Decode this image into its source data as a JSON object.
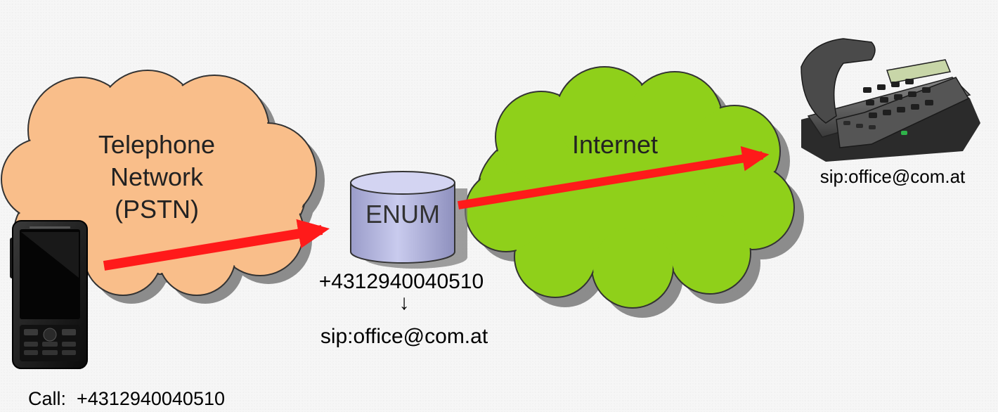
{
  "pstn_cloud": {
    "lines": [
      "Telephone",
      "Network",
      "(PSTN)"
    ]
  },
  "internet_cloud": {
    "label": "Internet"
  },
  "enum_db": {
    "label": "ENUM",
    "number": "+4312940040510",
    "arrow": "↓",
    "result": "sip:office@com.at"
  },
  "caller": {
    "label": "Call:  +4312940040510"
  },
  "callee": {
    "label": "sip:office@com.at"
  },
  "colors": {
    "pstn": "#f9be8a",
    "internet": "#8fd01a",
    "enum": "#b7b9df",
    "arrow": "#ff1a1a"
  }
}
